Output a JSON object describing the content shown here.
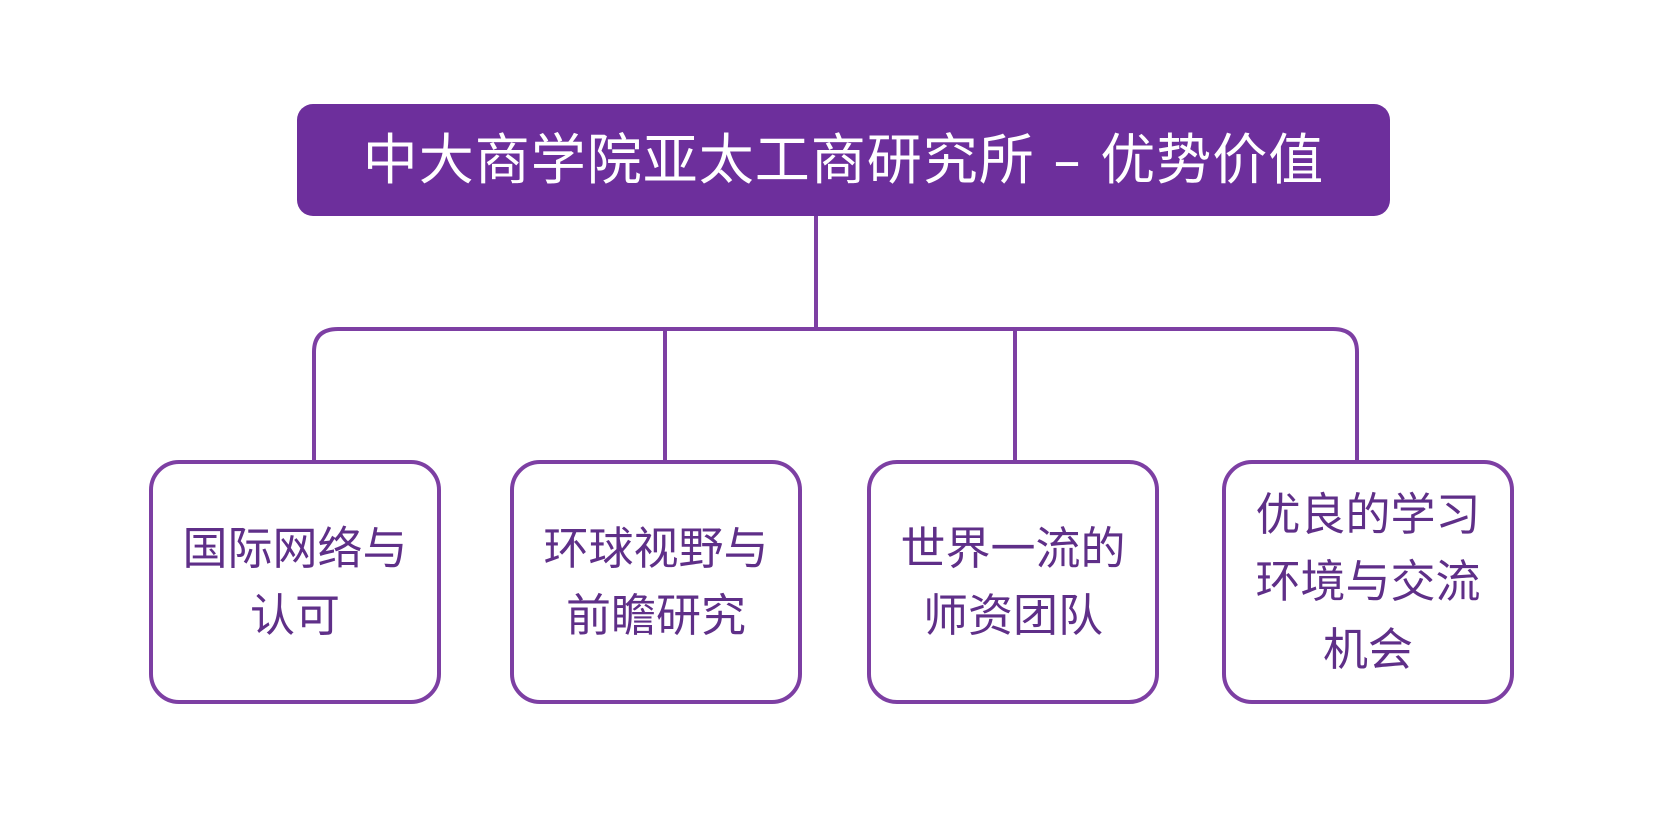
{
  "diagram": {
    "title": "中大商学院亚太工商研究所 – 优势价值",
    "items": [
      {
        "label": "国际网络与\n认可"
      },
      {
        "label": "环球视野与\n前瞻研究"
      },
      {
        "label": "世界一流的\n师资团队"
      },
      {
        "label": "优良的学习\n环境与交流\n机会"
      }
    ]
  },
  "colors": {
    "title_fill": "#6d2f9c",
    "title_text": "#ffffff",
    "outline": "#7d3fa3",
    "node_text": "#5f2f88"
  }
}
